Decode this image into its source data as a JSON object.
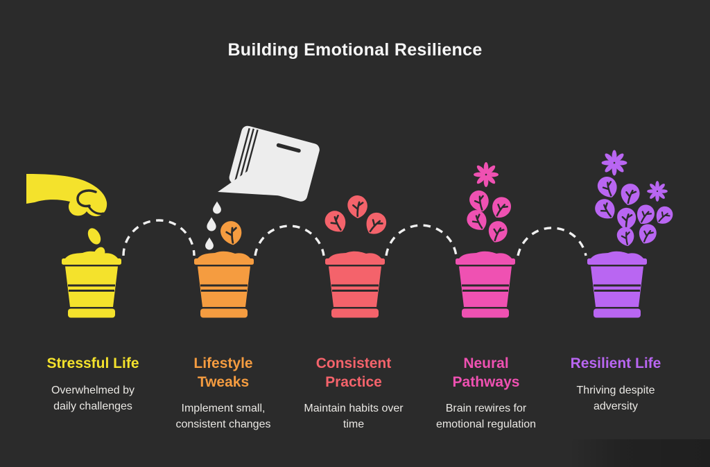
{
  "title": "Building Emotional Resilience",
  "theme": {
    "background": "#2b2b2b",
    "title_color": "#f7f7f7",
    "description_color": "#eae8e4",
    "connector_color": "#f0f0f0",
    "watering_can_color": "#ededed",
    "water_drop_color": "#ededed"
  },
  "stages": [
    {
      "name": "Stressful Life",
      "description": "Overwhelmed by\ndaily challenges",
      "color": "#f4e22c",
      "icon": "hand-dropping-seeds"
    },
    {
      "name": "Lifestyle\nTweaks",
      "description": "Implement small,\nconsistent changes",
      "color": "#f59c40",
      "icon": "watering-can-with-sprout"
    },
    {
      "name": "Consistent\nPractice",
      "description": "Maintain habits over\ntime",
      "color": "#f4636b",
      "icon": "growing-leaf-buds"
    },
    {
      "name": "Neural\nPathways",
      "description": "Brain rewires for\nemotional regulation",
      "color": "#ef51b2",
      "icon": "blossoming-flowers"
    },
    {
      "name": "Resilient Life",
      "description": "Thriving despite\nadversity",
      "color": "#b966f2",
      "icon": "full-bloom-flowers"
    }
  ]
}
